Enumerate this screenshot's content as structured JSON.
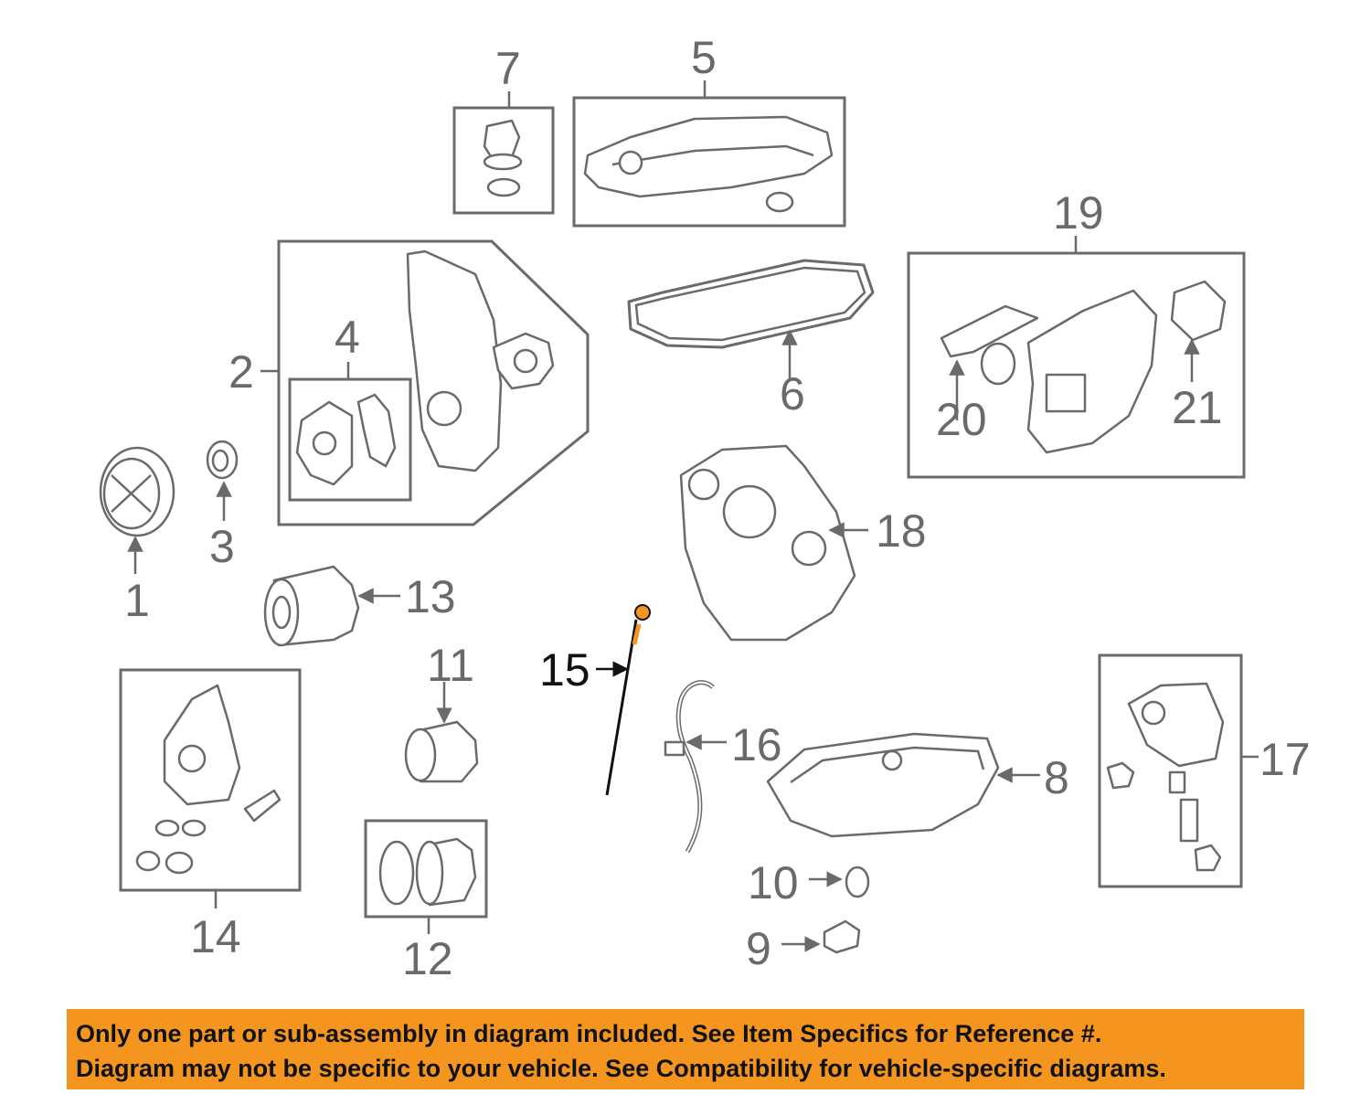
{
  "diagram": {
    "highlighted_part": "15",
    "highlight_color": "#f4951f",
    "line_color": "#6a6a6a",
    "callouts": [
      "1",
      "2",
      "3",
      "4",
      "5",
      "6",
      "7",
      "8",
      "9",
      "10",
      "11",
      "12",
      "13",
      "14",
      "15",
      "16",
      "17",
      "18",
      "19",
      "20",
      "21"
    ]
  },
  "banner": {
    "background_color": "#f4951f",
    "line1": "Only one part or sub-assembly in diagram included. See Item Specifics for Reference #.",
    "line2": "Diagram may not be specific to your vehicle. See Compatibility for vehicle-specific diagrams."
  }
}
